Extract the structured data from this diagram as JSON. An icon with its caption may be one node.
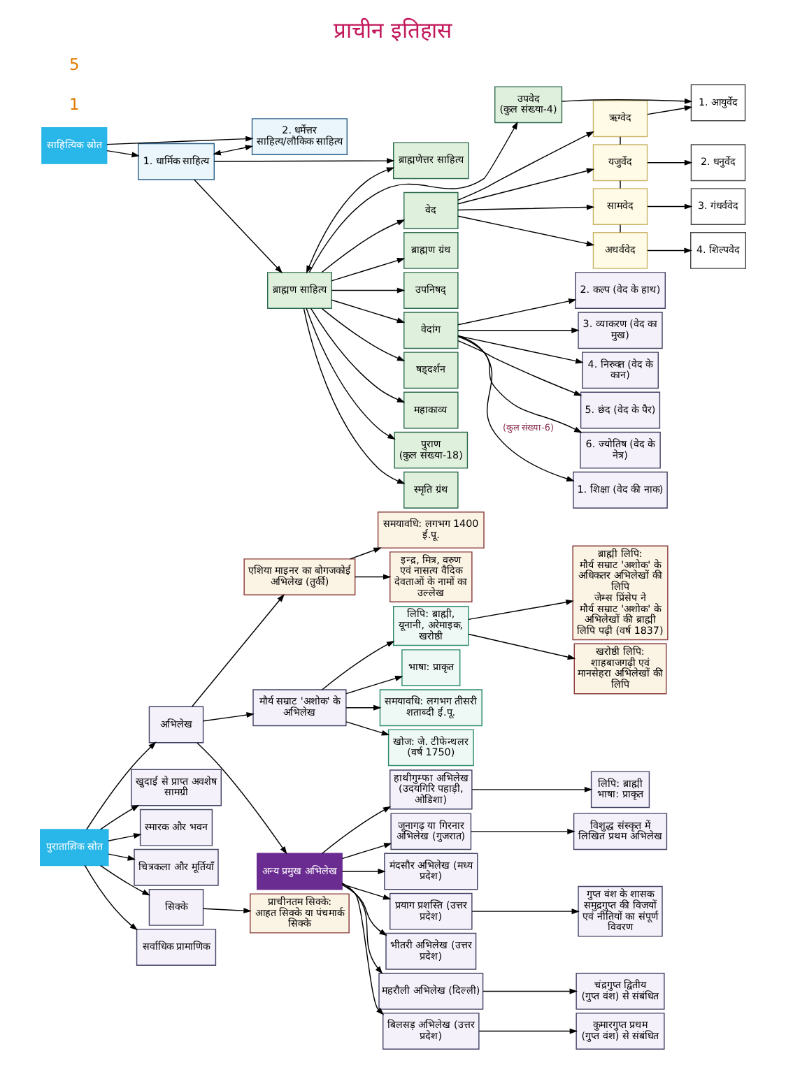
{
  "diagram": {
    "title": "प्राचीन इतिहास",
    "nodes": [
      {
        "text": [
          "ब्राह्मी लिपि:",
          "मौर्य सम्राट 'अशोक' के अधिकतर अभिलेखों की लिपि",
          "जेम्स प्रिंसेप ने मौर्य सम्राट 'अशोक' के अभिलेखों की ब्राह्मी लिपि पढ़ी (वर्ष 1837)"
        ]
      },
      {
        "text": [
          "खरोष्ठी लिपि:",
          "शाहबाजगढ़ी एवं मानसेहरा अभिलेखों की लिपि"
        ]
      },
      {
        "text": [
          "लिपि: ब्राह्मी, यूनानी, अरेमाइक, खरोष्ठी"
        ]
      },
      {
        "text": [
          "भाषा: प्राकृत"
        ]
      },
      {
        "text": [
          "समयावधि: लगभग तीसरी शताब्दी ई.पू."
        ]
      },
      {
        "text": [
          "खोज: जे. टीफेन्थलर (वर्ष 1750)"
        ]
      },
      {
        "text": [
          "एशिया माइनर का बोगजकोई अभिलेख (तुर्की)"
        ]
      },
      {
        "text": [
          "मौर्य सम्राट 'अशोक' के अभिलेख"
        ]
      },
      {
        "text": [
          "समयावधि: लगभग 1400 ई.पू."
        ]
      },
      {
        "text": [
          "अभिलेख"
        ]
      },
      {
        "text": [
          "खुदाई से प्राप्त अवशेष सामग्री"
        ]
      },
      {
        "text": [
          "पुरातात्विक स्रोत"
        ]
      },
      {
        "text": [
          "इन्द्र, मित्र, वरुण एवं नासत्य वैदिक देवताओं के नामों का उल्लेख"
        ]
      },
      {
        "text": [
          "स्मारक और भवन"
        ]
      },
      {
        "text": [
          "चित्रकला और मूर्तियाँ"
        ]
      },
      {
        "text": [
          "सिक्के"
        ]
      },
      {
        "text": [
          "सर्वाधिक प्रामाणिक"
        ]
      },
      {
        "text": [
          "प्राचीनतम सिक्के:",
          "आहत सिक्के या पंचमार्क सिक्के"
        ]
      },
      {
        "text": [
          "अन्य प्रमुख अभिलेख"
        ]
      },
      {
        "text": [
          "हाथीगुम्फा अभिलेख (उदयगिरि पहाड़ी, ओडिशा)"
        ]
      },
      {
        "text": [
          "जूनागढ़ या गिरनार अभिलेख (गुजरात)"
        ]
      },
      {
        "text": [
          "मंदसौर अभिलेख (मध्य प्रदेश)"
        ]
      },
      {
        "text": [
          "प्रयाग प्रशस्ति (उत्तर प्रदेश)"
        ]
      },
      {
        "text": [
          "भीतरी अभिलेख (उत्तर प्रदेश)"
        ]
      },
      {
        "text": [
          "महरौली अभिलेख (दिल्ली)"
        ]
      },
      {
        "text": [
          "बिलसड़ अभिलेख (उत्तर प्रदेश)"
        ]
      },
      {
        "text": [
          "लिपि: ब्राह्मी",
          "भाषा: प्राकृत"
        ]
      },
      {
        "text": [
          "विशुद्ध संस्कृत में लिखित प्रथम अभिलेख"
        ]
      },
      {
        "text": [
          "गुप्त वंश के शासक समुद्रगुप्त की विजयों एवं नीतियों का संपूर्ण विवरण"
        ]
      },
      {
        "text": [
          "चंद्रगुप्त द्वितीय (गुप्त वंश) से संबंधित"
        ]
      },
      {
        "text": [
          "कुमारगुप्त प्रथम (गुप्त वंश) से संबंधित"
        ]
      },
      {
        "text": [
          "1. आयुर्वेद"
        ]
      },
      {
        "text": [
          "2. धनुर्वेद"
        ]
      },
      {
        "text": [
          "3. गंधर्ववेद"
        ]
      },
      {
        "text": [
          "4. शिल्पवेद"
        ]
      },
      {
        "text": [
          "ऋग्वेद"
        ]
      },
      {
        "text": [
          "यजुर्वेद"
        ]
      },
      {
        "text": [
          "सामवेद"
        ]
      },
      {
        "text": [
          "अथर्ववेद"
        ]
      },
      {
        "text": [
          "उपवेद",
          "(कुल संख्या-4)"
        ]
      },
      {
        "text": [
          "वेद"
        ]
      },
      {
        "text": [
          "1. शिक्षा (वेद की नाक)"
        ]
      },
      {
        "text": [
          "ब्राह्मण ग्रंथ"
        ]
      },
      {
        "text": [
          "2. कल्प (वेद के हाथ)"
        ]
      },
      {
        "text": [
          "उपनिषद्"
        ]
      },
      {
        "text": [
          "वेदांग"
        ]
      },
      {
        "text": [
          "3. व्याकरण (वेद का मुख)"
        ]
      },
      {
        "text": [
          "षड्दर्शन"
        ]
      },
      {
        "text": [
          "महाकाव्य"
        ]
      },
      {
        "text": [
          "4. निरुक्त (वेद के कान)"
        ]
      },
      {
        "text": [
          "पुराण",
          "(कुल संख्या-18)"
        ]
      },
      {
        "text": [
          "स्मृति ग्रंथ"
        ]
      },
      {
        "text": [
          "5. छंद (वेद के पैर)"
        ]
      },
      {
        "text": [
          "6. ज्योतिष (वेद के नेत्र)"
        ]
      },
      {
        "text": [
          "ब्राह्मण साहित्य"
        ]
      },
      {
        "text": [
          "1. धार्मिक साहित्य"
        ]
      },
      {
        "text": [
          "साहित्यिक स्रोत"
        ]
      },
      {
        "text": [
          "2. धर्मेत्तर साहित्य/लौकिक साहित्य"
        ]
      },
      {
        "text": [
          "ब्राह्मणेत्तर साहित्य"
        ]
      }
    ],
    "edges": [
      {
        "from": 2,
        "to": 0,
        "arrow": "to"
      },
      {
        "from": 2,
        "to": 1,
        "arrow": "to"
      },
      {
        "from": 7,
        "to": 2,
        "arrow": "to"
      },
      {
        "from": 7,
        "to": 3,
        "arrow": "to"
      },
      {
        "from": 7,
        "to": 4,
        "arrow": "to"
      },
      {
        "from": 7,
        "to": 5,
        "arrow": "to"
      },
      {
        "from": 9,
        "to": 6,
        "arrow": "to"
      },
      {
        "from": 9,
        "to": 7,
        "arrow": "to"
      },
      {
        "from": 6,
        "to": 8,
        "arrow": "to"
      },
      {
        "from": 6,
        "to": 12,
        "arrow": "to"
      },
      {
        "from": 9,
        "to": 18,
        "arrow": "to"
      },
      {
        "from": 11,
        "to": 9,
        "arrow": "to"
      },
      {
        "from": 11,
        "to": 10,
        "arrow": "to"
      },
      {
        "from": 11,
        "to": 13,
        "arrow": "to"
      },
      {
        "from": 11,
        "to": 14,
        "arrow": "to"
      },
      {
        "from": 11,
        "to": 15,
        "arrow": "to"
      },
      {
        "from": 11,
        "to": 16,
        "arrow": "to"
      },
      {
        "from": 15,
        "to": 17,
        "arrow": "to"
      },
      {
        "from": 18,
        "to": 19,
        "arrow": "to"
      },
      {
        "from": 18,
        "to": 20,
        "arrow": "to"
      },
      {
        "from": 18,
        "to": 21,
        "arrow": "to"
      },
      {
        "from": 18,
        "to": 22,
        "arrow": "to"
      },
      {
        "from": 18,
        "to": 23,
        "arrow": "to"
      },
      {
        "from": 18,
        "to": 24,
        "arrow": "to"
      },
      {
        "from": 18,
        "to": 25,
        "arrow": "to"
      },
      {
        "from": 19,
        "to": 26,
        "arrow": "to"
      },
      {
        "from": 20,
        "to": 27,
        "arrow": "to"
      },
      {
        "from": 22,
        "to": 28,
        "arrow": "to"
      },
      {
        "from": 24,
        "to": 29,
        "arrow": "to"
      },
      {
        "from": 25,
        "to": 30,
        "arrow": "to"
      },
      {
        "from": 35,
        "to": 31,
        "arrow": "to"
      },
      {
        "from": 36,
        "to": 32,
        "arrow": "to"
      },
      {
        "from": 37,
        "to": 33,
        "arrow": "to"
      },
      {
        "from": 38,
        "to": 34,
        "arrow": "to"
      },
      {
        "from": 35,
        "to": 36,
        "arrow": "none"
      },
      {
        "from": 36,
        "to": 37,
        "arrow": "none"
      },
      {
        "from": 37,
        "to": 38,
        "arrow": "none"
      },
      {
        "from": 39,
        "to": 31,
        "arrow": "to"
      },
      {
        "from": 40,
        "to": 35,
        "arrow": "to"
      },
      {
        "from": 40,
        "to": 36,
        "arrow": "to"
      },
      {
        "from": 40,
        "to": 37,
        "arrow": "to"
      },
      {
        "from": 40,
        "to": 38,
        "arrow": "to"
      },
      {
        "from": 54,
        "to": 39,
        "arrow": "to"
      },
      {
        "from": 54,
        "to": 44,
        "arrow": "to"
      },
      {
        "from": 54,
        "to": 47,
        "arrow": "to"
      },
      {
        "from": 54,
        "to": 50,
        "arrow": "to"
      },
      {
        "from": 54,
        "to": 40,
        "arrow": "to"
      },
      {
        "from": 54,
        "to": 42,
        "arrow": "to"
      },
      {
        "from": 54,
        "to": 45,
        "arrow": "to"
      },
      {
        "from": 54,
        "to": 48,
        "arrow": "to"
      },
      {
        "from": 54,
        "to": 51,
        "arrow": "to"
      },
      {
        "from": 45,
        "to": 41,
        "arrow": "to",
        "label": "(कुल संख्या-6)"
      },
      {
        "from": 45,
        "to": 43,
        "arrow": "to"
      },
      {
        "from": 45,
        "to": 46,
        "arrow": "to"
      },
      {
        "from": 45,
        "to": 49,
        "arrow": "to"
      },
      {
        "from": 45,
        "to": 52,
        "arrow": "to"
      },
      {
        "from": 45,
        "to": 53,
        "arrow": "to"
      },
      {
        "from": 55,
        "to": 54,
        "arrow": "to"
      },
      {
        "from": 55,
        "to": 58,
        "arrow": "to"
      },
      {
        "from": 56,
        "to": 55,
        "arrow": "to"
      },
      {
        "from": 56,
        "to": 57,
        "arrow": "to"
      },
      {
        "from": 54,
        "to": 58,
        "arrow": "both"
      },
      {
        "from": 55,
        "to": 57,
        "arrow": "both"
      }
    ],
    "labels": [
      "1",
      "5"
    ]
  }
}
